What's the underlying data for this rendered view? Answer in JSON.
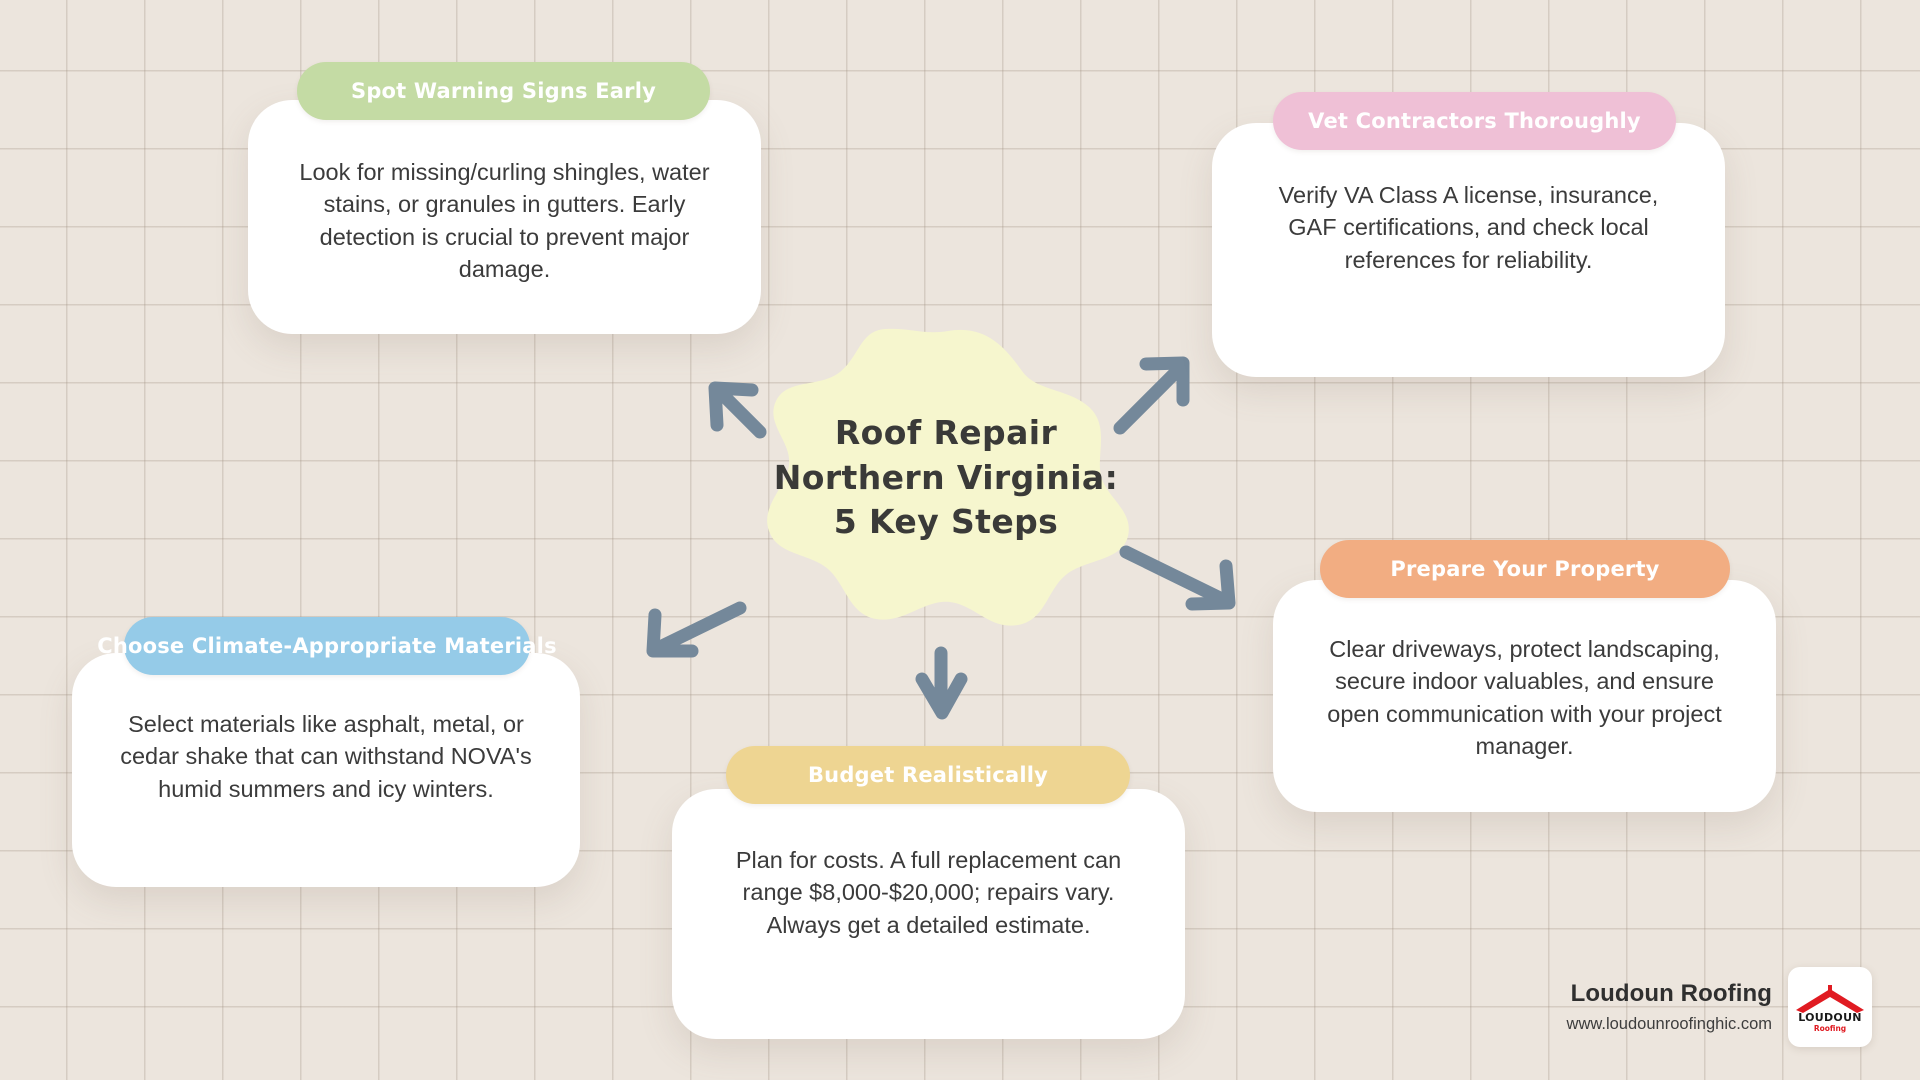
{
  "background": {
    "color": "#ece5dd",
    "grid_line_color": "rgba(160,146,132,0.30)"
  },
  "center": {
    "shape": "blob",
    "fill": "#f6f6ce",
    "title_lines": [
      "Roof Repair",
      "Northern Virginia:",
      "5 Key Steps"
    ],
    "text_color": "#3a3a38"
  },
  "arrows": {
    "color": "#74889a",
    "count": 5,
    "directions": [
      "up-left",
      "up-right",
      "down-right",
      "down",
      "down-left"
    ]
  },
  "cards": [
    {
      "id": "warning",
      "title": "Spot Warning Signs Early",
      "body": "Look for missing/curling shingles, water stains, or granules in gutters. Early detection is crucial to prevent major damage.",
      "header_color": "#c4dba4",
      "body_color": "#ffffff",
      "title_color": "#ffffff"
    },
    {
      "id": "vet",
      "title": "Vet Contractors Thoroughly",
      "body": "Verify VA Class A license, insurance, GAF certifications, and check local references for reliability.",
      "header_color": "#efc0d6",
      "body_color": "#ffffff",
      "title_color": "#ffffff"
    },
    {
      "id": "prepare",
      "title": "Prepare Your Property",
      "body": "Clear driveways, protect landscaping, secure indoor valuables, and ensure open communication with your project manager.",
      "header_color": "#f2ad82",
      "body_color": "#ffffff",
      "title_color": "#ffffff"
    },
    {
      "id": "budget",
      "title": "Budget Realistically",
      "body": "Plan for costs. A full replacement can range $8,000-$20,000; repairs vary. Always get a detailed estimate.",
      "header_color": "#eed592",
      "body_color": "#ffffff",
      "title_color": "#ffffff"
    },
    {
      "id": "materials",
      "title": "Choose Climate-Appropriate Materials",
      "body": "Select materials like asphalt, metal, or cedar shake that can withstand NOVA's humid summers and icy winters.",
      "header_color": "#95cbe8",
      "body_color": "#ffffff",
      "title_color": "#ffffff"
    }
  ],
  "branding": {
    "name": "Loudoun Roofing",
    "url": "www.loudounroofinghic.com",
    "logo": {
      "word_top": "LOUDOUN",
      "word_bottom": "Roofing",
      "roof_color": "#e01b22",
      "word_top_color": "#1a1a1a",
      "word_bottom_color": "#e01b22"
    }
  }
}
